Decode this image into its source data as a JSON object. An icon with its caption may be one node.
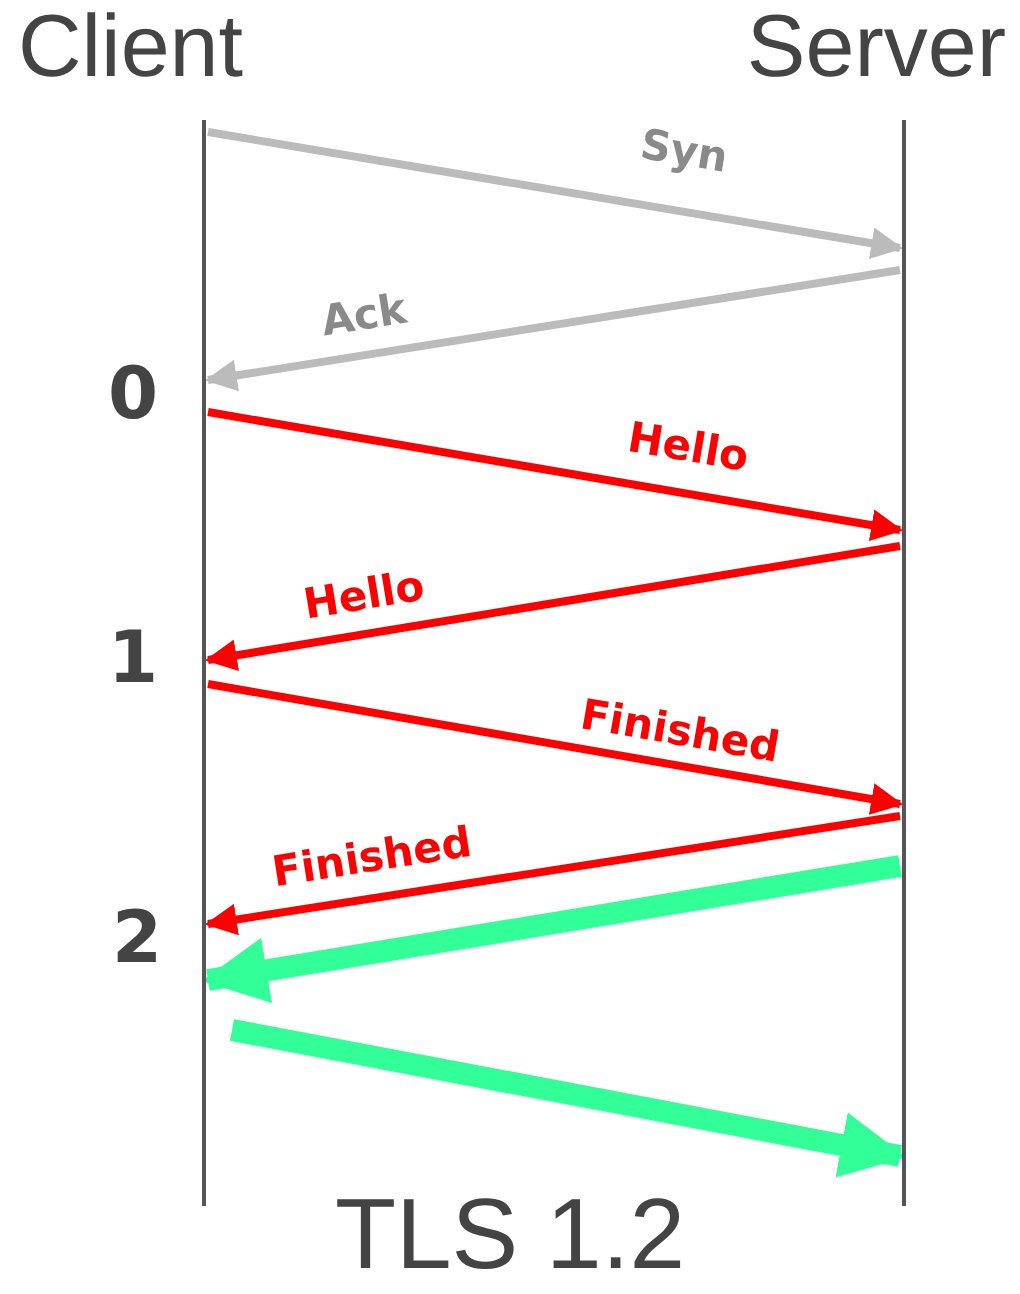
{
  "diagram": {
    "caption": "TLS 1.2",
    "nodes": [
      {
        "text": [
          "Client"
        ]
      },
      {
        "text": [
          "Server"
        ]
      }
    ],
    "edges": [
      {
        "from": 0,
        "to": 1,
        "arrow": "to",
        "label": "Syn",
        "color": "#bbbbbb"
      },
      {
        "from": 1,
        "to": 0,
        "arrow": "to",
        "label": "Ack",
        "color": "#bbbbbb"
      },
      {
        "from": 0,
        "to": 1,
        "arrow": "to",
        "label": "Hello"
      },
      {
        "from": 1,
        "to": 0,
        "arrow": "to",
        "label": "Hello"
      },
      {
        "from": 0,
        "to": 1,
        "arrow": "to",
        "label": "Finished"
      },
      {
        "from": 1,
        "to": 0,
        "arrow": "to",
        "label": "Finished"
      },
      {
        "from": 1,
        "to": 0,
        "arrow": "to",
        "style": "thick",
        "color": "#33ff99"
      },
      {
        "from": 0,
        "to": 1,
        "arrow": "to",
        "style": "thick",
        "color": "#33ff99"
      }
    ],
    "labels": [
      "0",
      "1",
      "2"
    ]
  }
}
